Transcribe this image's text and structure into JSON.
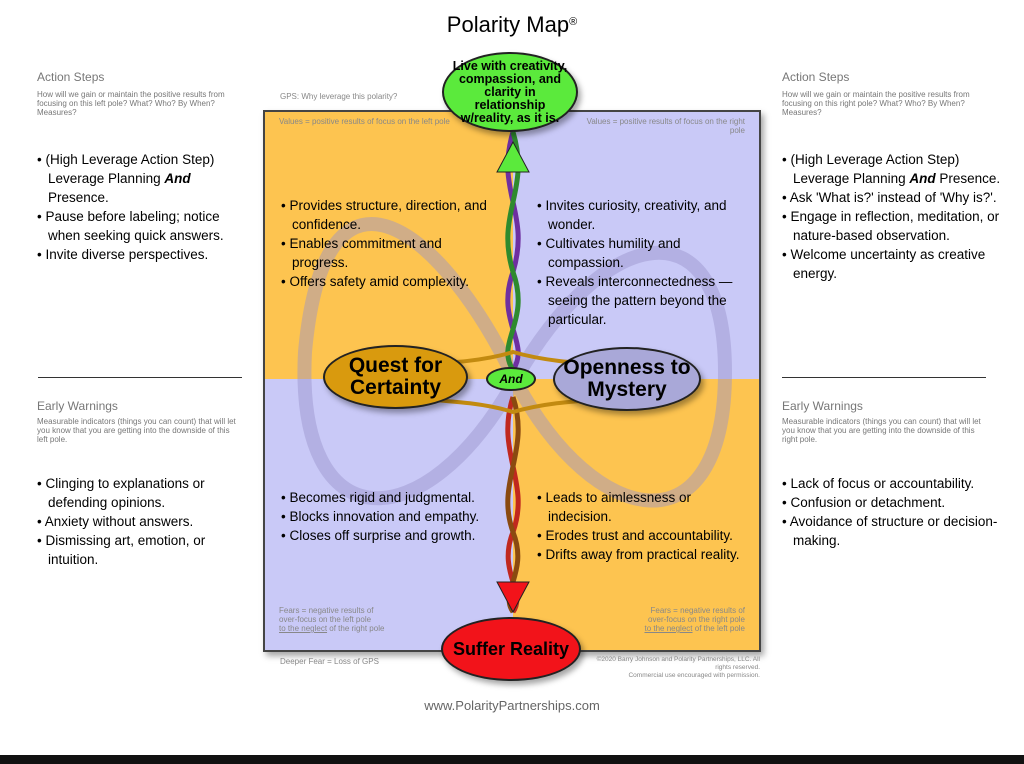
{
  "title": "Polarity Map",
  "title_mark": "®",
  "left": {
    "action_heading": "Action Steps",
    "action_sub": "How will we gain or maintain the positive results from focusing on this left pole? What? Who? By When? Measures?",
    "action_items": [
      [
        "(High Leverage Action Step) Leverage Planning ",
        "And",
        " Presence."
      ],
      [
        "Pause before labeling; notice when seeking quick answers."
      ],
      [
        "Invite diverse perspectives."
      ]
    ],
    "warn_heading": "Early Warnings",
    "warn_sub": "Measurable indicators (things you can count) that will let you know that you are getting into the downside of this left pole.",
    "warn_items": [
      "Clinging to explanations or defending opinions.",
      "Anxiety without answers.",
      "Dismissing art, emotion, or intuition."
    ]
  },
  "right": {
    "action_heading": "Action Steps",
    "action_sub": "How will we gain or maintain the positive results from focusing on this right pole? What? Who? By When? Measures?",
    "action_items": [
      [
        "(High Leverage Action Step) Leverage Planning ",
        "And",
        " Presence."
      ],
      [
        "Ask 'What is?' instead of 'Why is?'."
      ],
      [
        "Engage in reflection, meditation, or nature-based observation."
      ],
      [
        "Welcome uncertainty as creative energy."
      ]
    ],
    "warn_heading": "Early Warnings",
    "warn_sub": "Measurable indicators (things you can count) that will let you know that you are getting into the downside of this right pole.",
    "warn_items": [
      "Lack of focus or accountability.",
      "Confusion or detachment.",
      "Avoidance of structure or decision-making."
    ]
  },
  "map": {
    "gps_label": "GPS: Why leverage this polarity?",
    "gps": "Live with creativity, compassion, and clarity in relationship w/reality, as it is.",
    "values_left": "Values = positive results of focus on the left pole",
    "values_right": "Values = positive results of focus on the right pole",
    "upper_left": [
      "Provides structure, direction, and confidence.",
      "Enables commitment and progress.",
      "Offers safety amid complexity."
    ],
    "upper_right": [
      "Invites curiosity, creativity, and wonder.",
      "Cultivates humility and compassion.",
      "Reveals interconnectedness — seeing the pattern beyond the particular."
    ],
    "lower_left": [
      "Becomes rigid and judgmental.",
      "Blocks innovation and empathy.",
      "Closes off surprise and growth."
    ],
    "lower_right": [
      "Leads to aimlessness or indecision.",
      "Erodes trust and accountability.",
      "Drifts away from practical reality."
    ],
    "left_pole": "Quest for Certainty",
    "right_pole": "Openness to Mystery",
    "and": "And",
    "fears_left": [
      "Fears = negative results of",
      "over-focus on the left pole",
      "to the neglect",
      " of the right pole"
    ],
    "fears_right": [
      "Fears = negative results of",
      "over-focus on the right pole",
      "to the neglect",
      " of the left pole"
    ],
    "deeper_fear_label": "Deeper Fear = Loss of GPS",
    "deeper_fear": "Suffer Reality",
    "copyright": "©2020 Barry Johnson and Polarity Partnerships, LLC. All rights reserved.",
    "permission": "Commercial use encouraged with permission."
  },
  "footer_url": "www.PolarityPartnerships.com",
  "colors": {
    "orange": "#FDC450",
    "lavender": "#C9C9F7",
    "green": "#5BEA3C",
    "red": "#F2131A",
    "gold": "#D99A0E",
    "grey_pole": "#A9A8D8"
  }
}
